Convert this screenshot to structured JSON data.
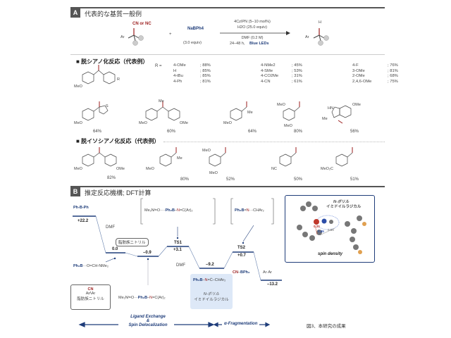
{
  "sectionA": {
    "tag": "A",
    "title": "代表的な基質一般例",
    "reactant_group": "CN or NC",
    "reactant_ar": "Ar",
    "reagent": "NaBPh4",
    "reagent_equiv": "(3.0 equiv)",
    "plus": "+",
    "conditions": [
      "4CzIPN (5–10 mol%)",
      "H2O (25.0 equiv)",
      "DMF (0.2 M)",
      "24–48 h,"
    ],
    "light": "Blue LEDs",
    "product_h": "H",
    "product_ar": "Ar"
  },
  "decyanation": {
    "title": "■ 脱シアノ化反応（代表例）",
    "r_label": "R =",
    "r_table": [
      [
        "4-OMe",
        "; 88%",
        "4-NMe2",
        "; 45%",
        "4-F",
        "; 76%"
      ],
      [
        "H",
        "; 85%",
        "4-SMe",
        "; 53%",
        "3-OMe",
        "; 81%"
      ],
      [
        "4-tBu",
        "; 85%",
        "4-CO2Me",
        "; 31%",
        "2-OMe",
        "; 68%"
      ],
      [
        "4-Ph",
        "; 81%",
        "4-CN",
        "; 61%",
        "2,4,6-OMe",
        "; 75%"
      ]
    ],
    "yields": [
      "64%",
      "60%",
      "64%",
      "80%",
      "56%"
    ]
  },
  "deisocyanation": {
    "title": "■ 脱イソシアノ化反応（代表例）",
    "yields": [
      "82%",
      "80%",
      "52%",
      "50%",
      "51%"
    ]
  },
  "sectionB": {
    "tag": "B",
    "title": "推定反応機構; DFT計算",
    "levels": {
      "start": "+22.2",
      "l0": "0.0",
      "l1": "–0.9",
      "ts1_name": "TS1",
      "ts1": "+3.1",
      "l2": "–9.2",
      "ts2_name": "TS2",
      "ts2": "+0.7",
      "l3": "–13.2"
    },
    "dmf1": "DMF",
    "dmf2": "DMF",
    "nitrile_bubble": "脂肪族ニトリル",
    "nitrile_box_label": "脂肪族ニトリル",
    "radical_label": [
      "N-ボリル",
      "イミドイルラジカル"
    ],
    "dft_label": [
      "N-ボリル",
      "イミドイルラジカル"
    ],
    "spin_values": [
      "0.20",
      "0.05",
      "0.59"
    ],
    "spin_label": "spin density",
    "phase1": [
      "Ligand Exchange",
      "&",
      "Spin Delocalization"
    ],
    "phase2": "α-Fragmentation",
    "caption": "図3、本研究の成果"
  }
}
